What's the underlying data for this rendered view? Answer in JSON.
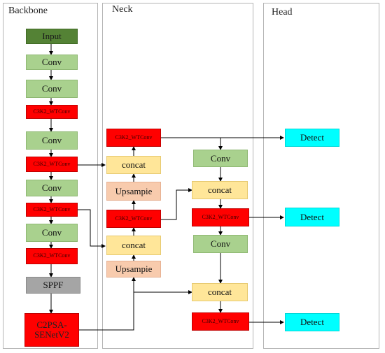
{
  "panels": {
    "backbone": "Backbone",
    "neck": "Neck",
    "head": "Head"
  },
  "backbone": {
    "input": "Input",
    "conv1": "Conv",
    "conv2": "Conv",
    "c3k2_1": "C3K2_WTConv",
    "conv3": "Conv",
    "c3k2_2": "C3K2_WTConv",
    "conv4": "Conv",
    "c3k2_3": "C3K2_WTConv",
    "conv5": "Conv",
    "c3k2_4": "C3K2_WTConv",
    "sppf": "SPPF",
    "c2psa": "C2PSA-\nSENetV2"
  },
  "neck": {
    "c3k2_top": "C3K2_WTConv",
    "concat1": "concat",
    "upsample1": "Upsampie",
    "c3k2_mid": "C3K2_WTConv",
    "concat2": "concat",
    "upsample2": "Upsampie",
    "conv_a": "Conv",
    "concat3": "concat",
    "c3k2_b": "C3K2_WTConv",
    "conv_b": "Conv",
    "concat4": "concat",
    "c3k2_c": "C3K2_WTConv"
  },
  "head": {
    "detect1": "Detect",
    "detect2": "Detect",
    "detect3": "Detect"
  }
}
